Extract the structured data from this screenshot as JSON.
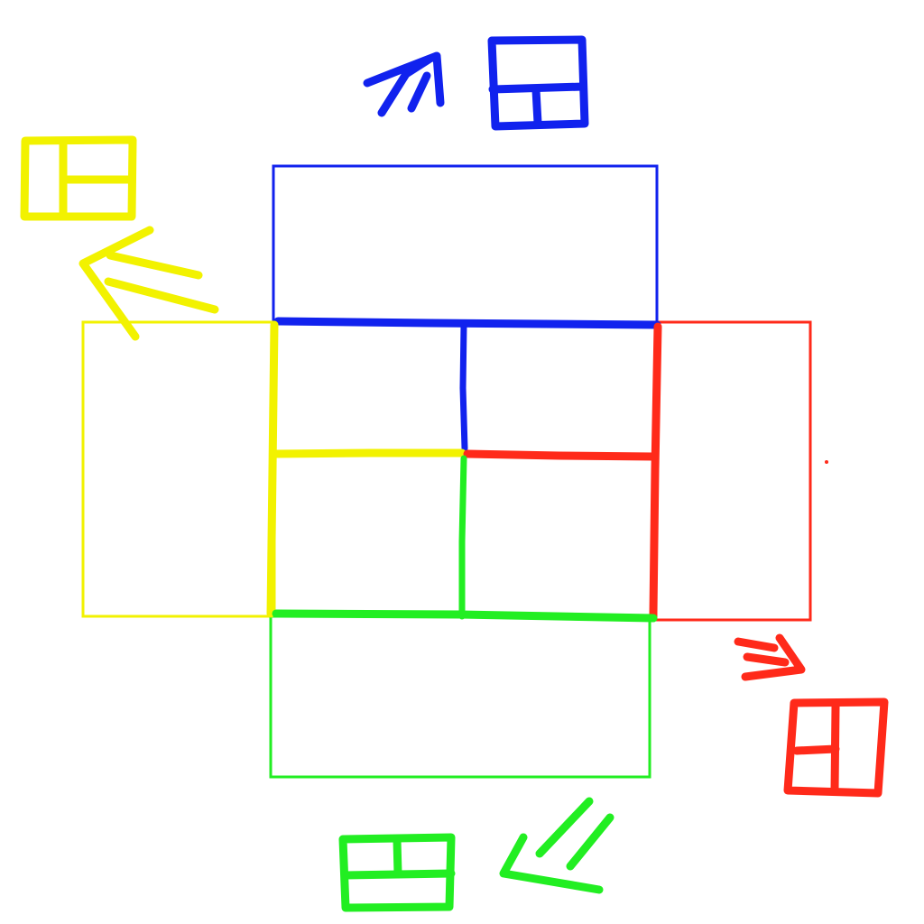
{
  "colors": {
    "blue": "#1122ee",
    "yellow": "#f2f200",
    "red": "#ff2a1a",
    "green": "#22ee22",
    "background": "#ffffff"
  },
  "diagram": {
    "description_tag": "tiled-square-decomposition",
    "center_grid": {
      "rows": 2,
      "cols": 2,
      "edge_colors": [
        "blue",
        "yellow",
        "red",
        "green"
      ]
    },
    "outer_panels": [
      {
        "side": "top",
        "color": "blue",
        "icon": "window-grid-icon",
        "arrow": "double-arrow-up-right-icon"
      },
      {
        "side": "left",
        "color": "yellow",
        "icon": "window-grid-icon",
        "arrow": "double-arrow-up-left-icon"
      },
      {
        "side": "right",
        "color": "red",
        "icon": "window-grid-icon",
        "arrow": "double-arrow-down-right-icon"
      },
      {
        "side": "bottom",
        "color": "green",
        "icon": "window-grid-icon",
        "arrow": "double-arrow-down-left-icon"
      }
    ]
  }
}
